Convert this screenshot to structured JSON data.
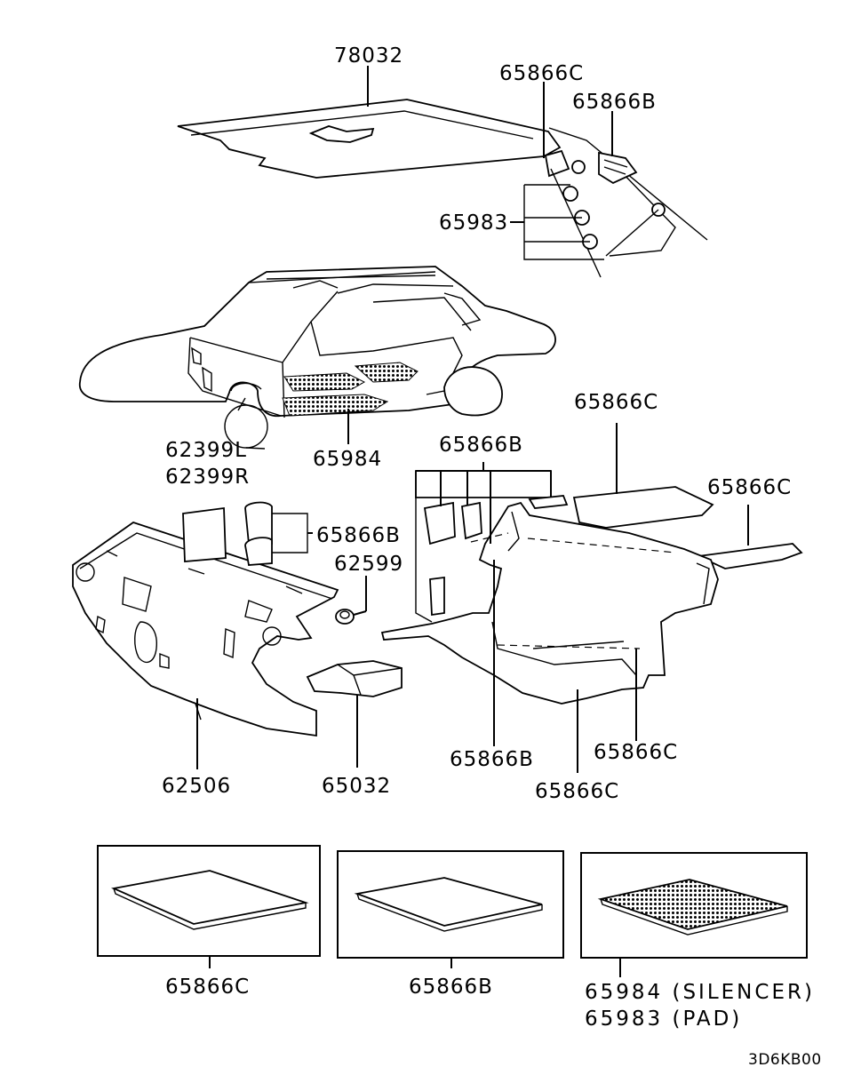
{
  "labels": {
    "l78032": "78032",
    "l65866c_top": "65866C",
    "l65866b_top": "65866B",
    "l65983": "65983",
    "l62399l": "62399L",
    "l62399r": "62399R",
    "l65984": "65984",
    "l65866c_r1": "65866C",
    "l65866c_r2": "65866C",
    "l65866b_mid": "65866B",
    "l65866b_left": "65866B",
    "l62599": "62599",
    "l62506": "62506",
    "l65032": "65032",
    "l65866b_bot": "65866B",
    "l65866c_bot1": "65866C",
    "l65866c_bot2": "65866C"
  },
  "legend": {
    "c_label": "65866C",
    "b_label": "65866B",
    "silencer_label": "65984 (SILENCER)",
    "pad_label": "65983 (PAD)"
  },
  "footer_code": "3D6KB00"
}
